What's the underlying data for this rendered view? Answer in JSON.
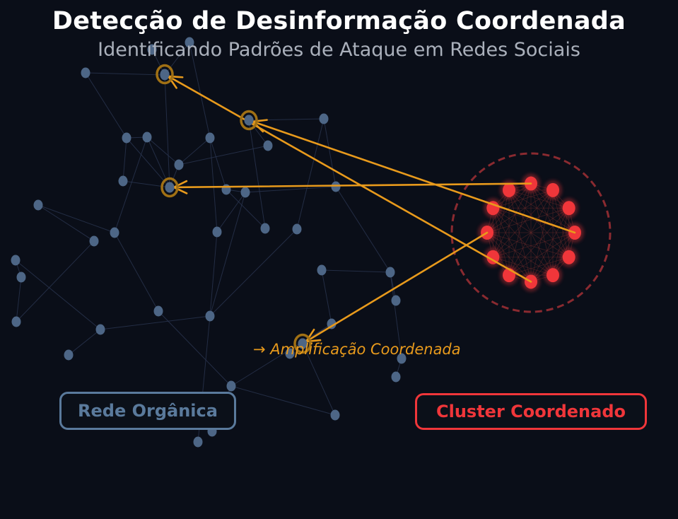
{
  "title": "Detecção de Desinformação Coordenada",
  "subtitle": "Identificando Padrões de Ataque em Redes Sociais",
  "annotation": "→ Amplificação Coordenada",
  "legend": {
    "organic_label": "Rede Orgânica",
    "coordinated_label": "Cluster Coordenado"
  },
  "colors": {
    "background": "#0a0e18",
    "organic_node": "#4d6686",
    "organic_edge": "#2a3550",
    "coordinated_node": "#f0363a",
    "amplification": "#e89a1c",
    "cluster_ring": "#8a2a30"
  },
  "network": {
    "organic_node_count": 41,
    "coordinated_node_count": 12,
    "targeted_node_count": 4,
    "amplification_link_count": 5
  }
}
